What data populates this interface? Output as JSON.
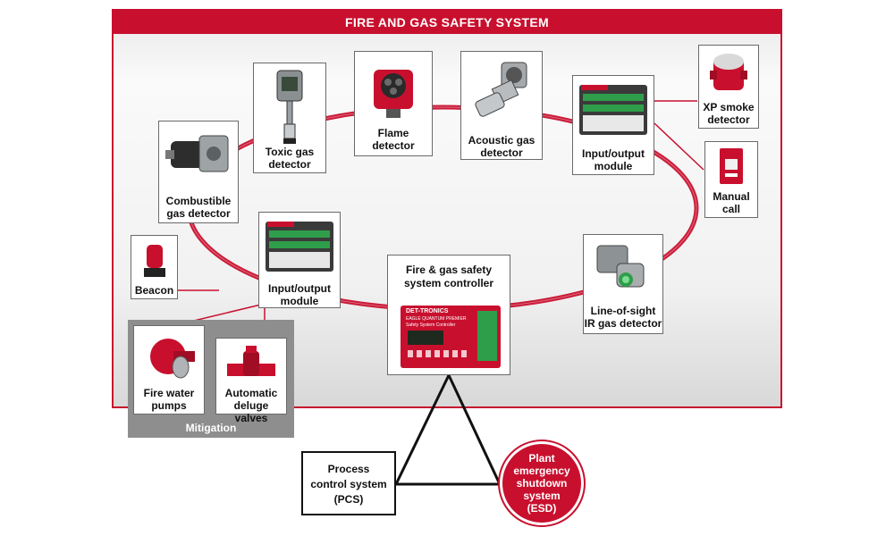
{
  "title": "FIRE AND GAS SAFETY SYSTEM",
  "devices": {
    "toxic_gas": "Toxic gas\ndetector",
    "flame": "Flame\ndetector",
    "acoustic_gas": "Acoustic gas\ndetector",
    "io_module_top": "Input/output\nmodule",
    "xp_smoke": "XP smoke\ndetector",
    "manual_call": "Manual\ncall",
    "combustible_gas": "Combustible\ngas detector",
    "beacon": "Beacon",
    "io_module_left": "Input/output\nmodule",
    "controller": "Fire & gas safety\nsystem controller",
    "line_of_sight": "Line-of-sight\nIR gas detector",
    "fire_water_pumps": "Fire water\npumps",
    "deluge_valves": "Automatic\ndeluge valves"
  },
  "controller_brand": "DET-TRONICS",
  "controller_model": "EAGLE QUANTUM PREMIER",
  "controller_sub": "Safety System Controller",
  "mitigation": "Mitigation",
  "pcs": "Process\ncontrol system\n(PCS)",
  "esd": "Plant\nemergency\nshutdown\nsystem\n(ESD)",
  "colors": {
    "accent": "#c8102e",
    "panel": "#f1f1f1",
    "mitigation": "#8e8e8e"
  }
}
